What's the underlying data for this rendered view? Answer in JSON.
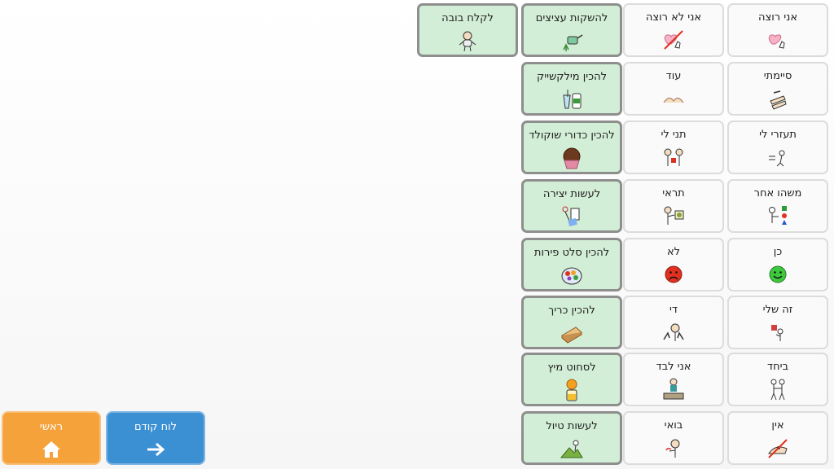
{
  "board": {
    "cells": [
      {
        "label": "אני רוצה",
        "icon": "want-icon"
      },
      {
        "label": "אני לא רוצה",
        "icon": "dont-want-icon"
      },
      {
        "label": "להשקות עציצים",
        "icon": "watering-can-icon"
      },
      {
        "label": "לקלח בובה",
        "icon": "baby-doll-icon"
      },
      {
        "label": "סיימתי",
        "icon": "finished-hands-icon"
      },
      {
        "label": "עוד",
        "icon": "more-hands-icon"
      },
      {
        "label": "להכין מילקשייק",
        "icon": "milkshake-icon"
      },
      {
        "label": "תעזרי לי",
        "icon": "help-me-icon"
      },
      {
        "label": "תני לי",
        "icon": "give-me-icon"
      },
      {
        "label": "להכין כדורי שוקולד",
        "icon": "chocolate-ball-icon"
      },
      {
        "label": "משהו אחר",
        "icon": "something-else-icon"
      },
      {
        "label": "תראי",
        "icon": "look-icon"
      },
      {
        "label": "לעשות יצירה",
        "icon": "craft-icon"
      },
      {
        "label": "כן",
        "icon": "yes-green-face-icon"
      },
      {
        "label": "לא",
        "icon": "no-red-face-icon"
      },
      {
        "label": "להכין סלט פירות",
        "icon": "fruit-salad-icon"
      },
      {
        "label": "זה שלי",
        "icon": "mine-icon"
      },
      {
        "label": "די",
        "icon": "enough-icon"
      },
      {
        "label": "להכין כריך",
        "icon": "sandwich-icon"
      },
      {
        "label": "ביחד",
        "icon": "together-icon"
      },
      {
        "label": "אני לבד",
        "icon": "alone-icon"
      },
      {
        "label": "לסחוט מיץ",
        "icon": "juice-icon"
      },
      {
        "label": "אין",
        "icon": "none-icon"
      },
      {
        "label": "בואי",
        "icon": "come-icon"
      },
      {
        "label": "לעשות טיול",
        "icon": "trip-icon"
      }
    ]
  },
  "nav": {
    "home_label": "ראשי",
    "home_icon": "home-icon",
    "back_label": "לוח קודם",
    "back_icon": "arrow-right-icon"
  },
  "colors": {
    "activity_cell": "#d3eed6",
    "word_cell": "#fafafa",
    "home_button": "#f5a23a",
    "back_button": "#3b8fd3"
  }
}
